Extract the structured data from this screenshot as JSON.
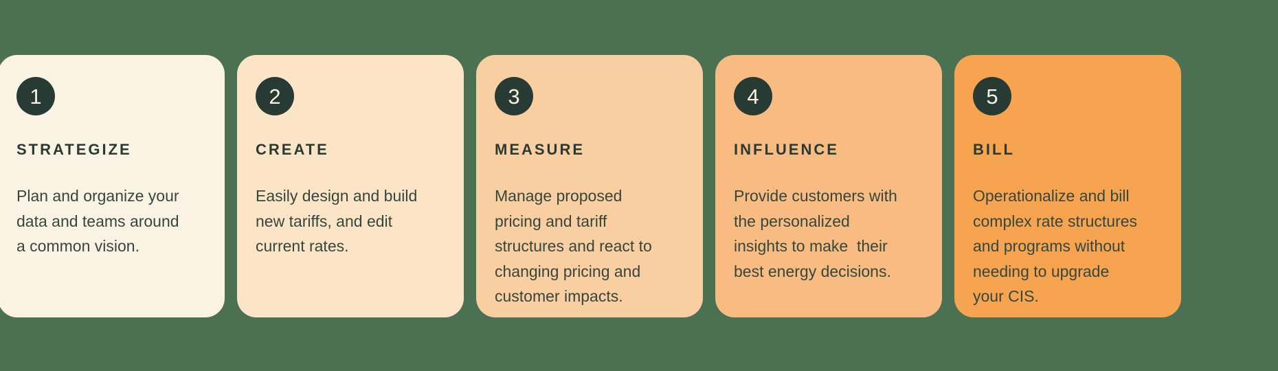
{
  "colors": {
    "bg-green": "#4C7152",
    "ink": "#283A34",
    "body-ink": "#35463E",
    "cream": "#FAF3E3"
  },
  "cards": [
    {
      "number": "1",
      "title": "STRATEGIZE",
      "body": "Plan and organize your\ndata and teams around\na common vision.",
      "bg": "#FAF3E3"
    },
    {
      "number": "2",
      "title": "CREATE",
      "body": "Easily design and build\nnew tariffs, and edit\ncurrent rates.",
      "bg": "#FCE5C6"
    },
    {
      "number": "3",
      "title": "MEASURE",
      "body": "Manage proposed\npricing and tariff\nstructures and react to\nchanging pricing and\ncustomer impacts.",
      "bg": "#F9CEA0"
    },
    {
      "number": "4",
      "title": "INFLUENCE",
      "body": "Provide customers with\nthe personalized\ninsights to make  their\nbest energy decisions.",
      "bg": "#F8BB82"
    },
    {
      "number": "5",
      "title": "BILL",
      "body": "Operationalize and bill\ncomplex rate structures\nand programs without\nneeding to upgrade\nyour CIS.",
      "bg": "#F6A450"
    }
  ]
}
